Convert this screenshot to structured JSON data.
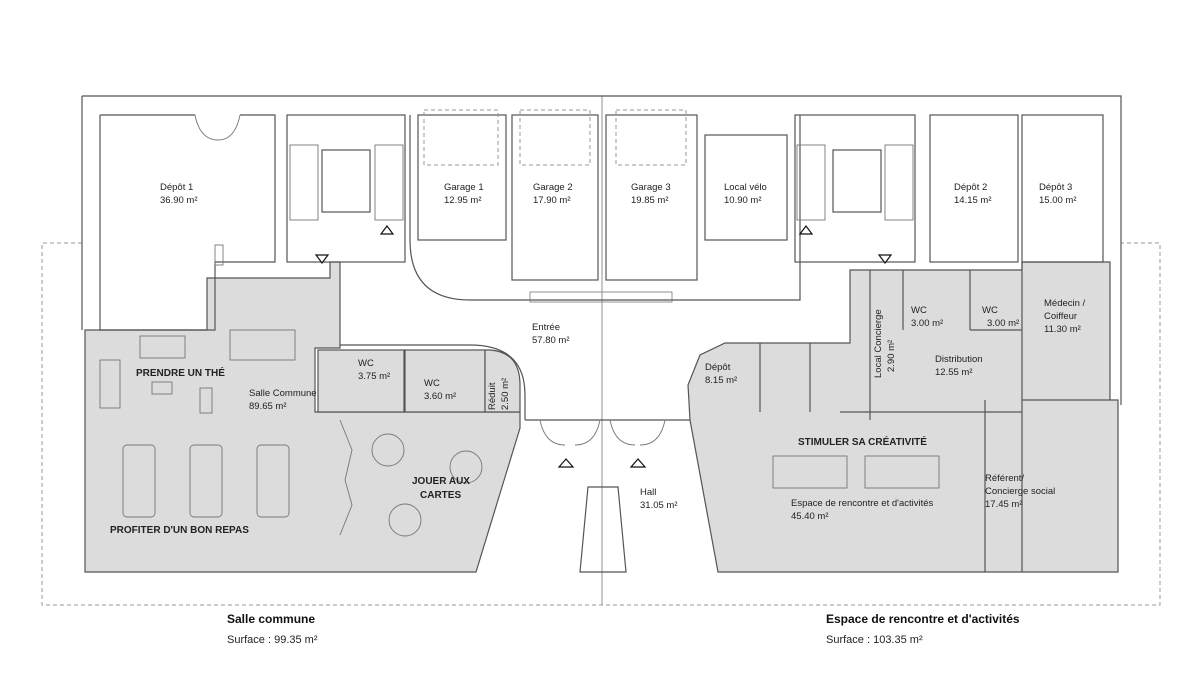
{
  "plan": {
    "rooms": {
      "depot1": {
        "name": "Dépôt 1",
        "area": "36.90 m²"
      },
      "garage1": {
        "name": "Garage 1",
        "area": "12.95 m²"
      },
      "garage2": {
        "name": "Garage 2",
        "area": "17.90 m²"
      },
      "garage3": {
        "name": "Garage 3",
        "area": "19.85 m²"
      },
      "local_velo": {
        "name": "Local vélo",
        "area": "10.90 m²"
      },
      "depot2": {
        "name": "Dépôt 2",
        "area": "14.15 m²"
      },
      "depot3": {
        "name": "Dépôt 3",
        "area": "15.00 m²"
      },
      "entree": {
        "name": "Entrée",
        "area": "57.80 m²"
      },
      "salle_commune": {
        "name": "Salle Commune",
        "area": "89.65 m²"
      },
      "wc_a": {
        "name": "WC",
        "area": "3.75 m²"
      },
      "wc_b": {
        "name": "WC",
        "area": "3.60 m²"
      },
      "reduit": {
        "name": "Réduit",
        "area": "2.50 m²"
      },
      "hall": {
        "name": "Hall",
        "area": "31.05 m²"
      },
      "depot_small": {
        "name": "Dépôt",
        "area": "8.15 m²"
      },
      "local_concierge": {
        "name": "Local Concierge",
        "area": "2.90 m²"
      },
      "wc_c": {
        "name": "WC",
        "area": "3.00 m²"
      },
      "wc_d": {
        "name": "WC",
        "area": "3.00 m²"
      },
      "distribution": {
        "name": "Distribution",
        "area": "12.55 m²"
      },
      "medecin": {
        "name_line1": "Médecin /",
        "name_line2": "Coiffeur",
        "area": "11.30 m²"
      },
      "espace": {
        "name": "Espace de rencontre et d'activités",
        "area": "45.40 m²"
      },
      "referent": {
        "name_line1": "Référent/",
        "name_line2": "Concierge social",
        "area": "17.45 m²"
      }
    },
    "activities": {
      "the": "PRENDRE UN THÉ",
      "repas": "PROFITER D'UN BON REPAS",
      "cartes_line1": "JOUER AUX",
      "cartes_line2": "CARTES",
      "creativite": "STIMULER SA CRÉATIVITÉ"
    }
  },
  "legend": {
    "left": {
      "title": "Salle commune",
      "surface": "Surface : 99.35 m²"
    },
    "right": {
      "title": "Espace de rencontre et d'activités",
      "surface": "Surface : 103.35 m²"
    }
  },
  "colors": {
    "shaded": "#dcdcdc",
    "wall": "#555555"
  }
}
